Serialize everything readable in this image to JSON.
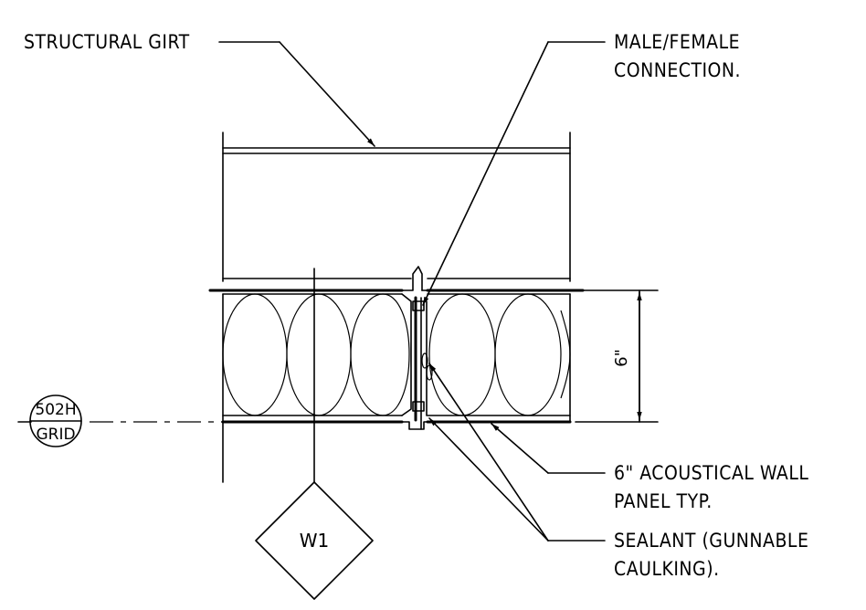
{
  "labels": {
    "structural_girt": "STRUCTURAL GIRT",
    "connection_line1": "MALE/FEMALE",
    "connection_line2": "CONNECTION.",
    "panel_line1": "6\" ACOUSTICAL WALL",
    "panel_line2": "PANEL TYP.",
    "sealant_line1": "SEALANT (GUNNABLE",
    "sealant_line2": "CAULKING)."
  },
  "dimension": {
    "thickness": "6\""
  },
  "grid_bubble": {
    "top": "502H",
    "bottom": "GRID"
  },
  "wall_tag": "W1"
}
